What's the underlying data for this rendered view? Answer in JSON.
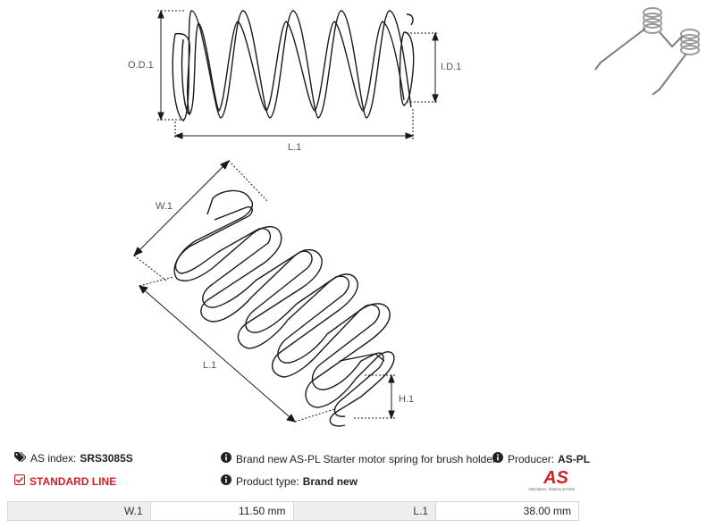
{
  "diagram": {
    "top_labels": {
      "od": "O.D.1",
      "id": "I.D.1",
      "length": "L.1"
    },
    "bottom_labels": {
      "width": "W.1",
      "length": "L.1",
      "height": "H.1"
    }
  },
  "info": {
    "as_index_label": "AS index:",
    "as_index_value": "SRS3085S",
    "line_label": "STANDARD LINE",
    "description": "Brand new AS-PL Starter motor spring for brush holder",
    "producer_label": "Producer:",
    "producer_value": "AS-PL",
    "product_type_label": "Product type:",
    "product_type_value": "Brand new"
  },
  "logo": {
    "text": "AS",
    "tagline": "Alternators, Starters & Parts",
    "color": "#d0212a"
  },
  "specs": [
    {
      "key": "W.1",
      "value": "11.50 mm"
    },
    {
      "key": "L.1",
      "value": "38.00 mm"
    }
  ],
  "icons": [
    "tag-icon",
    "check-square-icon",
    "info-icon"
  ]
}
